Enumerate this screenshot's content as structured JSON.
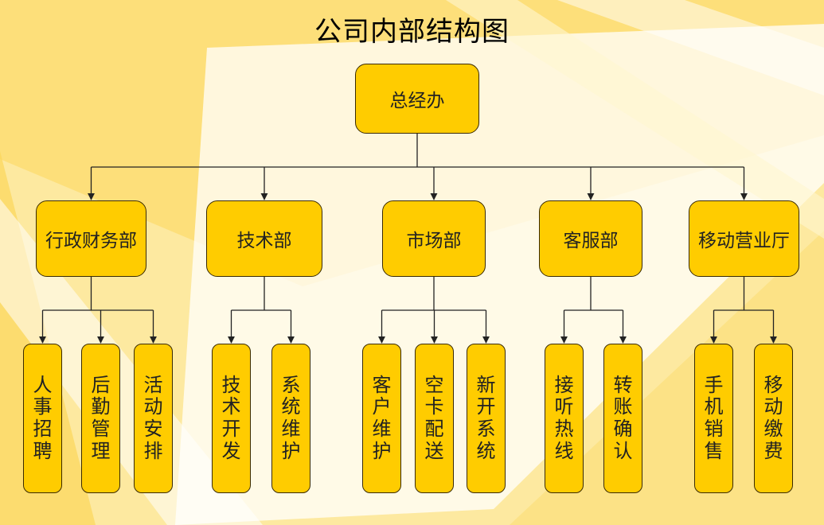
{
  "title": "公司内部结构图",
  "root": {
    "label": "总经办"
  },
  "departments": [
    {
      "label": "行政财务部",
      "children": [
        "人事招聘",
        "后勤管理",
        "活动安排"
      ]
    },
    {
      "label": "技术部",
      "children": [
        "技术开发",
        "系统维护"
      ]
    },
    {
      "label": "市场部",
      "children": [
        "客户维护",
        "空卡配送",
        "新开系统"
      ]
    },
    {
      "label": "客服部",
      "children": [
        "接听热线",
        "转账确认"
      ]
    },
    {
      "label": "移动营业厅",
      "children": [
        "手机销售",
        "移动缴费"
      ]
    }
  ],
  "colors": {
    "box_fill": "#ffcc00",
    "box_border": "#3a2a00",
    "line": "#222222",
    "background": "#fdf3c0"
  }
}
